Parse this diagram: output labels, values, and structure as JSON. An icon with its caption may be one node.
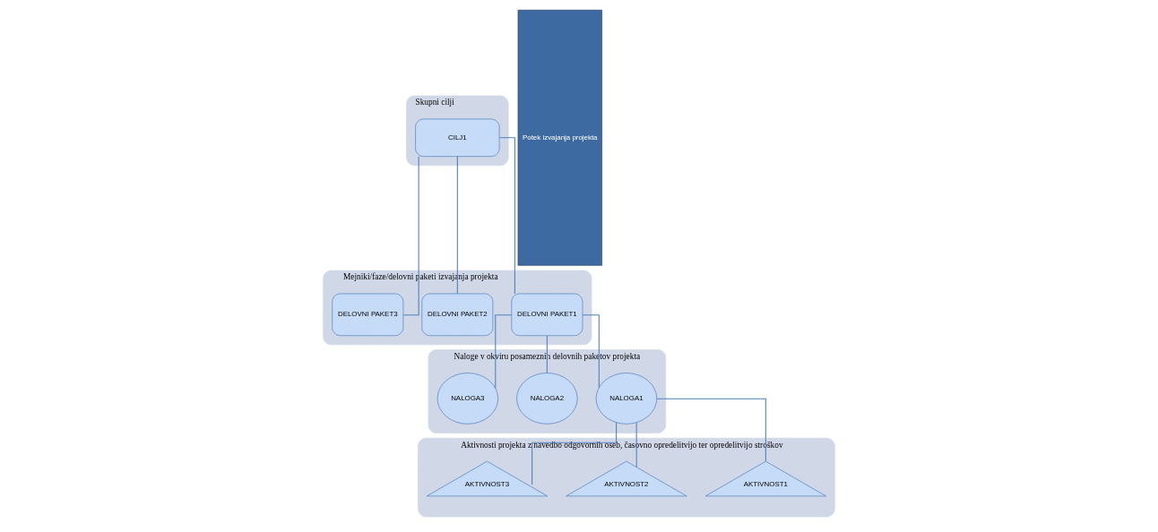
{
  "diagram": {
    "nodes": [
      {
        "text": [
          "Skupni cilji"
        ]
      },
      {
        "text": [
          "CILJ1"
        ],
        "in": 0
      },
      {
        "text": [
          "Mejniki/faze/delovni paketi izvajanja projekta"
        ]
      },
      {
        "text": [
          "DELOVNI PAKET1"
        ],
        "in": 2
      },
      {
        "text": [
          "DELOVNI PAKET2"
        ],
        "in": 2
      },
      {
        "text": [
          "DELOVNI PAKET3"
        ],
        "in": 2
      },
      {
        "text": [
          "Naloge v okviru posameznih delovnih paketov projekta"
        ]
      },
      {
        "text": [
          "NALOGA1"
        ],
        "in": 6
      },
      {
        "text": [
          "NALOGA2"
        ],
        "in": 6
      },
      {
        "text": [
          "NALOGA3"
        ],
        "in": 6
      },
      {
        "text": [
          "Aktivnosti projekta z navedbo odgovornih oseb, časovno opredelitvijo ter opredelitvijo stroškov"
        ]
      },
      {
        "text": [
          "AKTIVNOST1"
        ],
        "in": 10
      },
      {
        "text": [
          "AKTIVNOST2"
        ],
        "in": 10
      },
      {
        "text": [
          "AKTIVNOST3"
        ],
        "in": 10
      },
      {
        "text": [
          "Potek izvajanja projekta"
        ]
      }
    ],
    "edges": [
      {
        "from": 1,
        "to": 3,
        "arrow": "none"
      },
      {
        "from": 1,
        "to": 4,
        "arrow": "none"
      },
      {
        "from": 1,
        "to": 5,
        "arrow": "none"
      },
      {
        "from": 3,
        "to": 7,
        "arrow": "none"
      },
      {
        "from": 3,
        "to": 8,
        "arrow": "none"
      },
      {
        "from": 3,
        "to": 9,
        "arrow": "none"
      },
      {
        "from": 7,
        "to": 11,
        "arrow": "none"
      },
      {
        "from": 7,
        "to": 12,
        "arrow": "none"
      },
      {
        "from": 7,
        "to": 13,
        "arrow": "none"
      }
    ]
  }
}
